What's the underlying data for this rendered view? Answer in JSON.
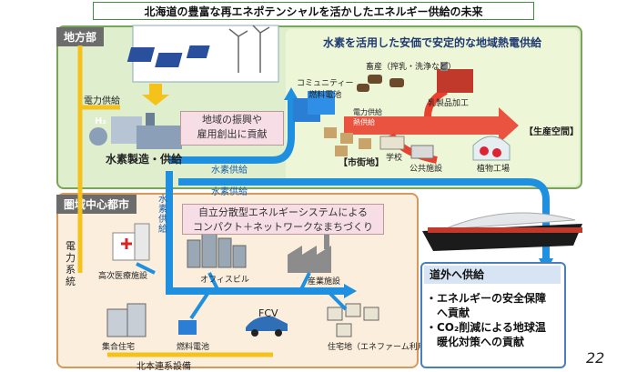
{
  "title": "北海道の豊富な再エネポテンシャルを活かしたエネルギー供給の未来",
  "regions": {
    "rural": "地方部",
    "city": "圏域中心都市",
    "outside": "道外へ供給"
  },
  "rural": {
    "power_supply": "電力供給",
    "hydrogen_production": "水素製造・供給",
    "h2_label": "H₂",
    "revitalization": [
      "地域の振興や",
      "雇用創出に貢献"
    ],
    "heat_title": "水素を活用した安価で安定的な地域熱電供給",
    "community_fuel_cell": [
      "コミュニティー",
      "燃料電池"
    ],
    "livestock": "畜産（搾乳・洗浄など）",
    "dairy": "乳製品加工",
    "power_supply_small": "電力供給",
    "heat_supply_small": "熱供給",
    "production_space": "【生産空間】",
    "town_area": "【市街地】",
    "school": "学校",
    "public_facility": "公共施設",
    "plant_factory": "植物工場"
  },
  "flows": {
    "hydrogen_supply_1": "水素供給",
    "hydrogen_supply_2": "水素供給",
    "hydrogen_supply_vertical": "水素供給",
    "grid_vertical": "電力系統",
    "grid_bottom": "北本連系設備"
  },
  "city": {
    "compact_title": [
      "自立分散型エネルギーシステムによる",
      "コンパクト＋ネットワークなまちづくり"
    ],
    "hospital": "高次医療施設",
    "office": "オフィスビル",
    "industry": "産業施設",
    "housing": "集合住宅",
    "fuel_cell": "燃料電池",
    "fcv": "FCV",
    "residential": "住宅地（エネファーム利用）"
  },
  "outside": {
    "bullets": [
      "・エネルギーの安全保障",
      "　へ貢献",
      "・CO₂削減による地球温",
      "　暖化対策への貢献"
    ]
  },
  "page_number": "22",
  "colors": {
    "pipe": "#1f8fe0",
    "rural_bg": "#dfeecd",
    "city_bg": "#fbeedc",
    "heat_arrow": "#e8412f"
  }
}
